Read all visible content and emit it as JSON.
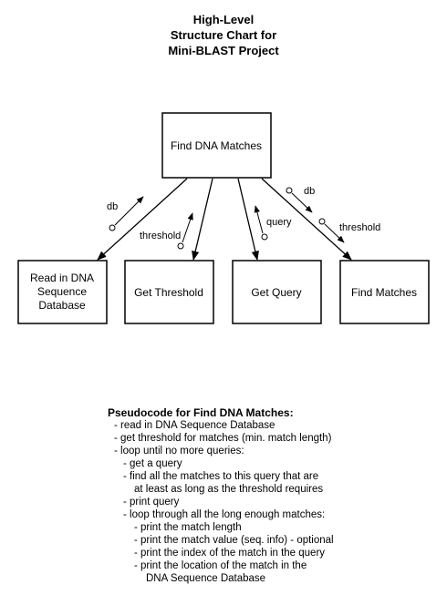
{
  "title_lines": [
    "High-Level",
    "Structure Chart for",
    "Mini-BLAST Project"
  ],
  "nodes": {
    "root": [
      "Find DNA Matches"
    ],
    "read_db": [
      "Read in DNA",
      "Sequence",
      "Database"
    ],
    "get_threshold": [
      "Get Threshold"
    ],
    "get_query": [
      "Get Query"
    ],
    "find_matches": [
      "Find Matches"
    ]
  },
  "flows": {
    "db_left": "db",
    "threshold_left": "threshold",
    "query": "query",
    "db_right": "db",
    "threshold_right": "threshold"
  },
  "pseudocode": {
    "title": "Pseudocode for Find DNA Matches:",
    "lines": [
      "- read in DNA Sequence Database",
      "- get threshold for matches (min. match length)",
      "- loop until no more queries:",
      "- get a query",
      "- find all the matches to this query that are",
      "at least as long as the threshold requires",
      "- print query",
      "- loop through all the long enough matches:",
      "- print the match length",
      "- print the match value (seq. info) - optional",
      "- print the index of the match in the query",
      "- print the location of the match in the",
      "DNA Sequence Database"
    ]
  }
}
